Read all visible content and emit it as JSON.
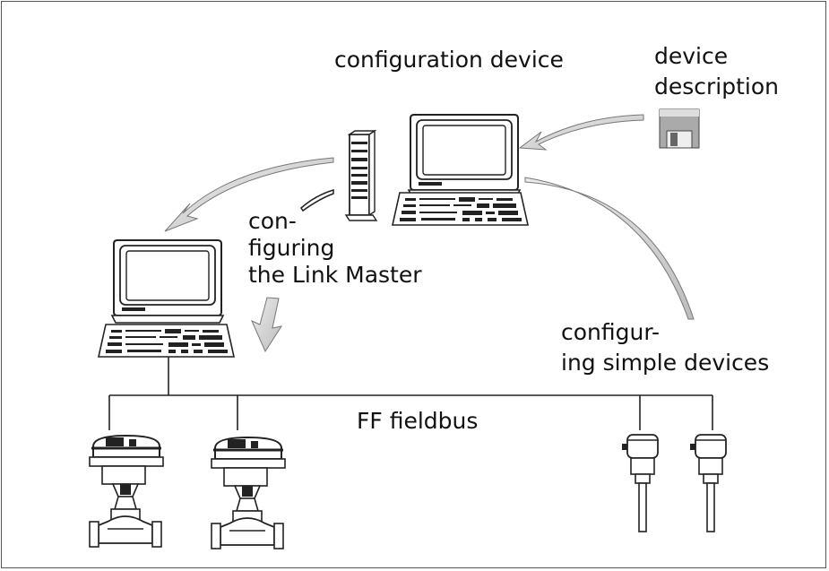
{
  "labels": {
    "configuration_device": "configuration device",
    "device_description_1": "device",
    "device_description_2": "description",
    "configuring_link_master_1": "con-",
    "configuring_link_master_2": "figuring",
    "configuring_link_master_3": "the Link Master",
    "configuring_simple_1": "configur-",
    "configuring_simple_2": "ing simple devices",
    "bus": "FF fieldbus"
  },
  "icons": [
    "pc-tower-icon",
    "monitor-icon",
    "keyboard-icon",
    "floppy-disk-icon",
    "control-valve-icon",
    "transmitter-icon",
    "curved-arrow-icon"
  ]
}
